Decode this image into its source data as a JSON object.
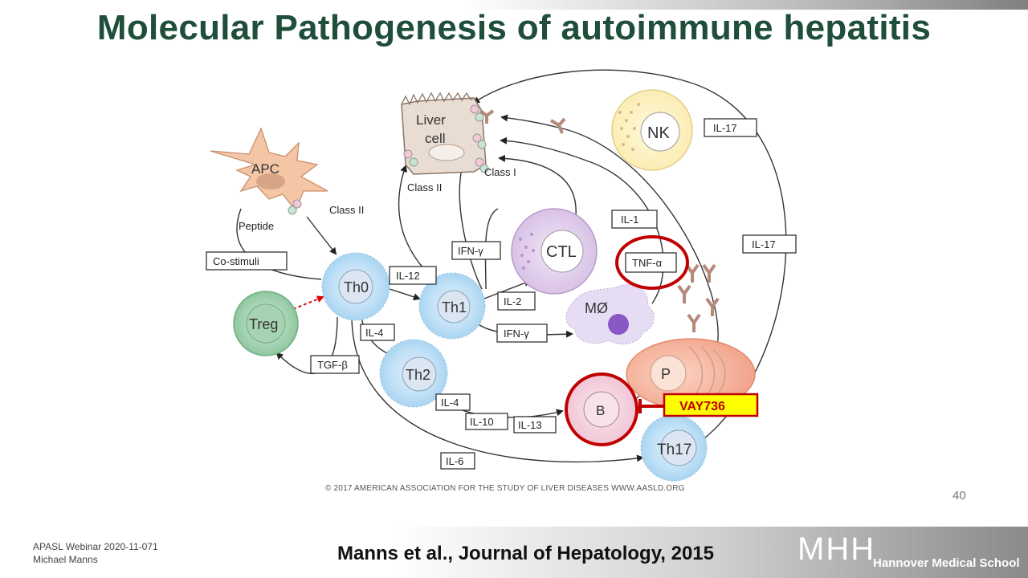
{
  "slide": {
    "title": "Molecular Pathogenesis of autoimmune hepatitis",
    "page_number": "40",
    "footer_line1": "APASL Webinar 2020-11-071",
    "footer_line2": "Michael Manns",
    "citation": "Manns et al., Journal of Hepatology, 2015",
    "copyright": "© 2017 AMERICAN  ASSOCIATION  FOR  THE  STUDY  OF  LIVER  DISEASES  WWW.AASLD.ORG",
    "logo_mark": "MHH",
    "logo_name": "Hannover Medical School"
  },
  "diagram": {
    "cells": {
      "apc": "APC",
      "liver": "Liver",
      "liver2": "cell",
      "nk": "NK",
      "ctl": "CTL",
      "th0": "Th0",
      "th1": "Th1",
      "th2": "Th2",
      "treg": "Treg",
      "mo": "MØ",
      "p": "P",
      "b": "B",
      "th17": "Th17"
    },
    "labels": {
      "class_ii_apc": "Class II",
      "peptide": "Peptide",
      "class_ii_liver": "Class II",
      "class_i_liver": "Class I",
      "co_stimuli": "Co-stimuli",
      "il12": "IL-12",
      "il2": "IL-2",
      "ifn_top": "IFN-γ",
      "ifn_bottom": "IFN-γ",
      "il4_th0": "IL-4",
      "tgf": "TGF-β",
      "il4_th2": "IL-4",
      "il10": "IL-10",
      "il13": "IL-13",
      "il6": "IL-6",
      "il1": "IL-1",
      "tnf": "TNF-α",
      "il17_top": "IL-17",
      "il17_right": "IL-17",
      "vay": "VAY736"
    },
    "colors": {
      "title_green": "#1f4e3a",
      "highlight_red": "#c00000",
      "vay_fill": "#ffff00"
    }
  }
}
